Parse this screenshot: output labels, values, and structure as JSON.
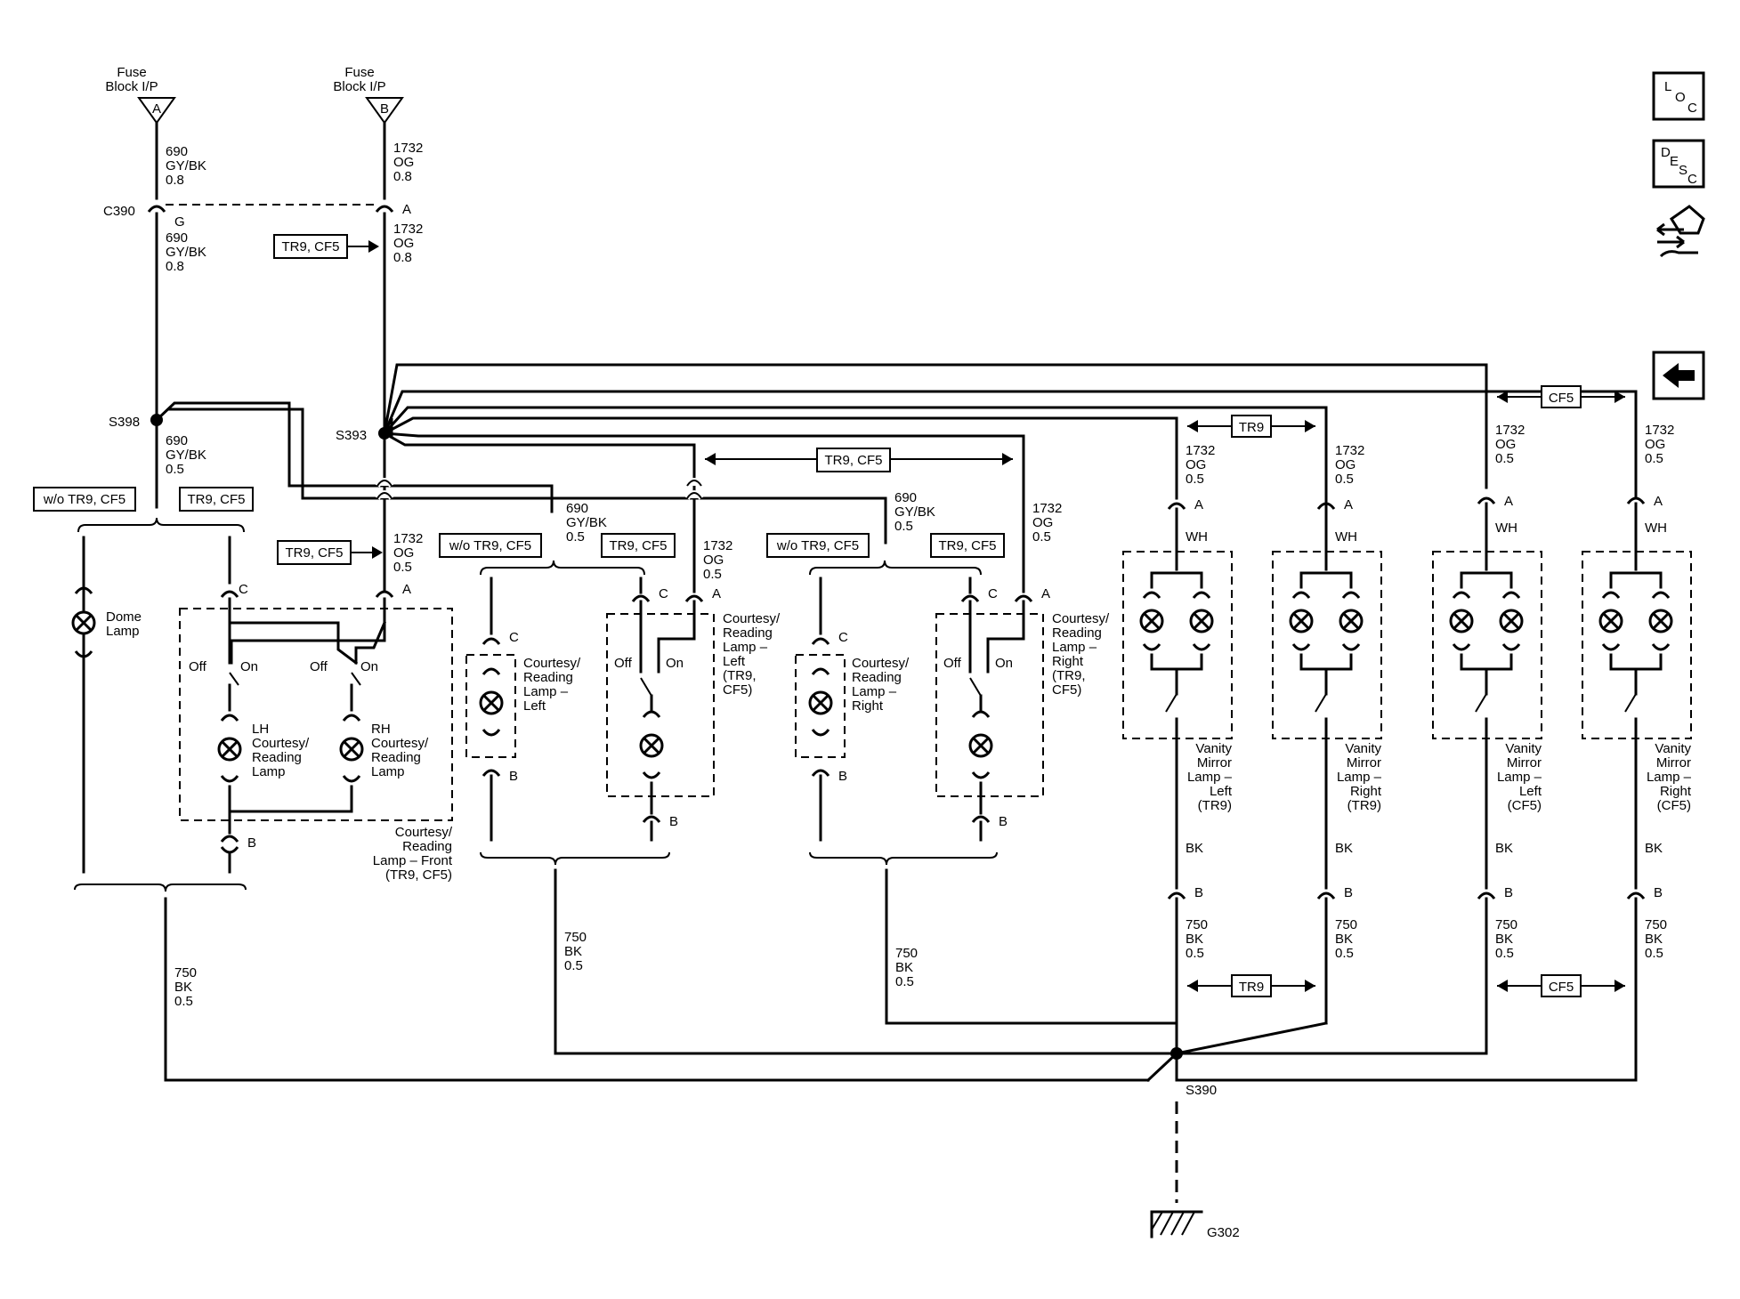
{
  "fuses": [
    {
      "line1": "Fuse",
      "line2": "Block I/P",
      "letter": "A"
    },
    {
      "line1": "Fuse",
      "line2": "Block I/P",
      "letter": "B"
    }
  ],
  "wires": {
    "w690a": [
      "690",
      "GY/BK",
      "0.8"
    ],
    "w1732a": [
      "1732",
      "OG",
      "0.8"
    ],
    "w690b": [
      "690",
      "GY/BK",
      "0.8"
    ],
    "w1732b": [
      "1732",
      "OG",
      "0.8"
    ],
    "w690c": [
      "690",
      "GY/BK",
      "0.5"
    ],
    "w1732c": [
      "1732",
      "OG",
      "0.5"
    ],
    "w690d": [
      "690",
      "GY/BK",
      "0.5"
    ],
    "w1732d": [
      "1732",
      "OG",
      "0.5"
    ],
    "w690e": [
      "690",
      "GY/BK",
      "0.5"
    ],
    "w1732e": [
      "1732",
      "OG",
      "0.5"
    ],
    "vm1": [
      "1732",
      "OG",
      "0.5"
    ],
    "vm2": [
      "1732",
      "OG",
      "0.5"
    ],
    "vm3": [
      "1732",
      "OG",
      "0.5"
    ],
    "vm4": [
      "1732",
      "OG",
      "0.5"
    ],
    "g1": [
      "750",
      "BK",
      "0.5"
    ],
    "g2": [
      "750",
      "BK",
      "0.5"
    ],
    "g3": [
      "750",
      "BK",
      "0.5"
    ],
    "g4": [
      "750",
      "BK",
      "0.5"
    ],
    "g5": [
      "750",
      "BK",
      "0.5"
    ],
    "g6": [
      "750",
      "BK",
      "0.5"
    ],
    "g7": [
      "750",
      "BK",
      "0.5"
    ]
  },
  "connectors": {
    "c390": "C390",
    "g": "G",
    "a": "A",
    "b": "B",
    "c": "C"
  },
  "splices": {
    "s398": "S398",
    "s393": "S393",
    "s390": "S390",
    "g302": "G302"
  },
  "options": {
    "tr9_cf5": "TR9, CF5",
    "wo_tr9_cf5": "w/o TR9, CF5",
    "tr9": "TR9",
    "cf5": "CF5"
  },
  "switch": {
    "off": "Off",
    "on": "On"
  },
  "wire_colors": {
    "wh": "WH",
    "bk": "BK"
  },
  "components": {
    "dome": [
      "Dome",
      "Lamp"
    ],
    "lh": [
      "LH",
      "Courtesy/",
      "Reading",
      "Lamp"
    ],
    "rh": [
      "RH",
      "Courtesy/",
      "Reading",
      "Lamp"
    ],
    "front": [
      "Courtesy/",
      "Reading",
      "Lamp – Front",
      "(TR9, CF5)"
    ],
    "crl_left": [
      "Courtesy/",
      "Reading",
      "Lamp –",
      "Left"
    ],
    "crl_left_opt": [
      "Courtesy/",
      "Reading",
      "Lamp –",
      "Left",
      "(TR9,",
      "CF5)"
    ],
    "crl_right": [
      "Courtesy/",
      "Reading",
      "Lamp –",
      "Right"
    ],
    "crl_right_opt": [
      "Courtesy/",
      "Reading",
      "Lamp –",
      "Right",
      "(TR9,",
      "CF5)"
    ],
    "vm_l_tr9": [
      "Vanity",
      "Mirror",
      "Lamp –",
      "Left",
      "(TR9)"
    ],
    "vm_r_tr9": [
      "Vanity",
      "Mirror",
      "Lamp –",
      "Right",
      "(TR9)"
    ],
    "vm_l_cf5": [
      "Vanity",
      "Mirror",
      "Lamp –",
      "Left",
      "(CF5)"
    ],
    "vm_r_cf5": [
      "Vanity",
      "Mirror",
      "Lamp –",
      "Right",
      "(CF5)"
    ]
  },
  "nav": {
    "loc": [
      "L",
      "O",
      "C"
    ],
    "desc": [
      "D",
      "E",
      "S",
      "C"
    ],
    "icon_names": [
      "loc-icon",
      "desc-icon",
      "connector-ends-icon",
      "back-arrow-icon"
    ]
  }
}
